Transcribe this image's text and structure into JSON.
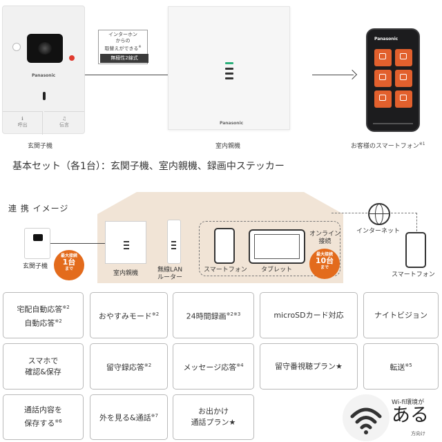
{
  "top": {
    "doorbell_logo": "Panasonic",
    "doorbell_key_left": "ℹ",
    "doorbell_key_left_label": "呼出",
    "doorbell_key_right": "♫",
    "doorbell_key_right_label": "伝言",
    "indoor_logo": "Panasonic",
    "phone_app_title": "Panasonic",
    "callout_line1": "インターホン",
    "callout_line2": "からの",
    "callout_line3": "取替えができる",
    "callout_note": "※",
    "callout_badge": "無極性2線式",
    "caption_doorbell": "玄関子機",
    "caption_indoor": "室内親機",
    "caption_phone": "お客様のスマートフォン",
    "caption_phone_note": "※1",
    "set_text": "基本セット（各1台）：玄関子機、室内親機、録画中ステッカー"
  },
  "diagram": {
    "title": "連 携 イメージ",
    "doorbell_label": "玄関子機",
    "badge_left_small": "最大接続",
    "badge_left_big": "1台",
    "badge_left_unit": "まで",
    "indoor_label": "室内親機",
    "router_label_1": "無線LAN",
    "router_label_2": "ルーター",
    "smartphone_label": "スマートフォン",
    "tablet_label": "タブレット",
    "online_label_1": "オンライン",
    "online_label_2": "接続",
    "badge_right_small": "最大接続",
    "badge_right_big": "10台",
    "badge_right_unit": "まで",
    "internet_label": "インターネット",
    "ext_phone_label": "スマートフォン"
  },
  "features": [
    {
      "line1": "宅配自動応答",
      "note1": "※2",
      "line2": "自動応答",
      "note2": "※2"
    },
    {
      "line1": "おやすみモード",
      "note1": "※2",
      "line2": "",
      "note2": ""
    },
    {
      "line1": "24時間録画",
      "note1": "※2※3",
      "line2": "",
      "note2": ""
    },
    {
      "line1": "microSDカード対応",
      "note1": "",
      "line2": "",
      "note2": ""
    },
    {
      "line1": "ナイトビジョン",
      "note1": "",
      "line2": "",
      "note2": ""
    },
    {
      "line1": "スマホで",
      "note1": "",
      "line2": "確認&保存",
      "note2": ""
    },
    {
      "line1": "留守録応答",
      "note1": "※2",
      "line2": "",
      "note2": ""
    },
    {
      "line1": "メッセージ応答",
      "note1": "※4",
      "line2": "",
      "note2": ""
    },
    {
      "line1": "留守番視聴プラン★",
      "note1": "",
      "line2": "",
      "note2": ""
    },
    {
      "line1": "転送",
      "note1": "※5",
      "line2": "",
      "note2": ""
    },
    {
      "line1": "通話内容を",
      "note1": "",
      "line2": "保存する",
      "note2": "※6"
    },
    {
      "line1": "外を見る&通話",
      "note1": "※7",
      "line2": "",
      "note2": ""
    },
    {
      "line1": "お出かけ",
      "note1": "",
      "line2": "通話プラン★",
      "note2": ""
    }
  ],
  "wifi": {
    "icon": "wifi-icon",
    "small": "Wi-fi環境が",
    "big": "ある",
    "dir": "方向け"
  },
  "colors": {
    "accent_orange": "#e36b1c",
    "house_beige": "#f1e4d6",
    "app_orange": "#e2602d"
  }
}
